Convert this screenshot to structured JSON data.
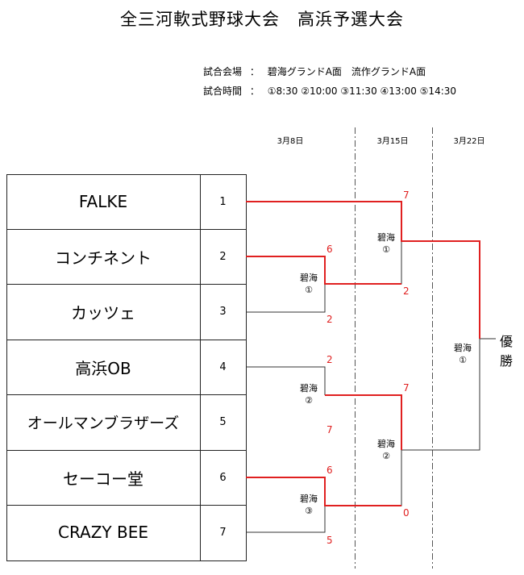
{
  "title": "全三河軟式野球大会　高浜予選大会",
  "info": {
    "venue_label": "試合会場",
    "venue_value": "碧海グランドA面　流作グランドA面",
    "time_label": "試合時間",
    "time_value": "①8:30 ②10:00 ③11:30 ④13:00 ⑤14:30",
    "separator": "："
  },
  "dates": [
    "3月8日",
    "3月15日",
    "3月22日"
  ],
  "teams": [
    {
      "name": "FALKE",
      "seed": "1"
    },
    {
      "name": "コンチネント",
      "seed": "2"
    },
    {
      "name": "カッツェ",
      "seed": "3"
    },
    {
      "name": "高浜OB",
      "seed": "4"
    },
    {
      "name": "オールマンブラザーズ",
      "seed": "5"
    },
    {
      "name": "セーコー堂",
      "seed": "6"
    },
    {
      "name": "CRAZY BEE",
      "seed": "7"
    }
  ],
  "games": {
    "r1_a": {
      "venue": "碧海",
      "slot": "①",
      "score_top": "6",
      "score_bottom": "2"
    },
    "r1_b": {
      "venue": "碧海",
      "slot": "②",
      "score_top": "2",
      "score_bottom": "7"
    },
    "r1_c": {
      "venue": "碧海",
      "slot": "③",
      "score_top": "6",
      "score_bottom": "5"
    },
    "r2_a": {
      "venue": "碧海",
      "slot": "①",
      "score_top": "7",
      "score_bottom": "2"
    },
    "r2_b": {
      "venue": "碧海",
      "slot": "②",
      "score_top": "7",
      "score_bottom": "0"
    },
    "final": {
      "venue": "碧海",
      "slot": "①"
    }
  },
  "champion_label": "優勝",
  "colors": {
    "winner_line": "#e02020",
    "line": "#333333",
    "score": "#e02020"
  }
}
